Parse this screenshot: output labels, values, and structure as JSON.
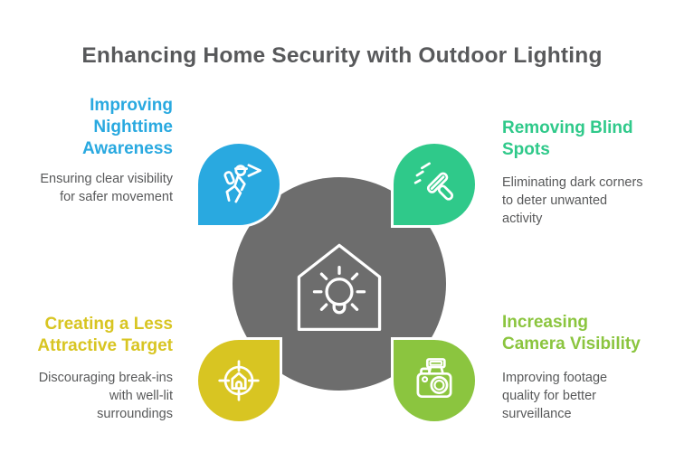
{
  "title": "Enhancing Home Security with Outdoor Lighting",
  "colors": {
    "title_text": "#58595b",
    "body_text": "#58595a",
    "center_circle": "#6d6d6d",
    "blue": "#29a9e0",
    "green": "#2fc98a",
    "yellow": "#d8c522",
    "lime": "#8bc53f",
    "icon_stroke": "#ffffff"
  },
  "center": {
    "icon": "house-lightbulb-icon"
  },
  "sections": [
    {
      "id": "top-left",
      "heading": "Improving\nNighttime\nAwareness",
      "body": "Ensuring clear visibility\nfor safer movement",
      "accent": "#29a9e0",
      "icon": "walking-person-headlamp-icon"
    },
    {
      "id": "top-right",
      "heading": "Removing Blind\nSpots",
      "body": "Eliminating dark corners\nto deter unwanted\nactivity",
      "accent": "#2fc98a",
      "icon": "squeegee-icon"
    },
    {
      "id": "bottom-left",
      "heading": "Creating a Less\nAttractive Target",
      "body": "Discouraging break-ins\nwith well-lit\nsurroundings",
      "accent": "#d8c522",
      "icon": "house-target-icon"
    },
    {
      "id": "bottom-right",
      "heading": "Increasing\nCamera Visibility",
      "body": "Improving footage\nquality for better\nsurveillance",
      "accent": "#8bc53f",
      "icon": "camera-icon"
    }
  ]
}
